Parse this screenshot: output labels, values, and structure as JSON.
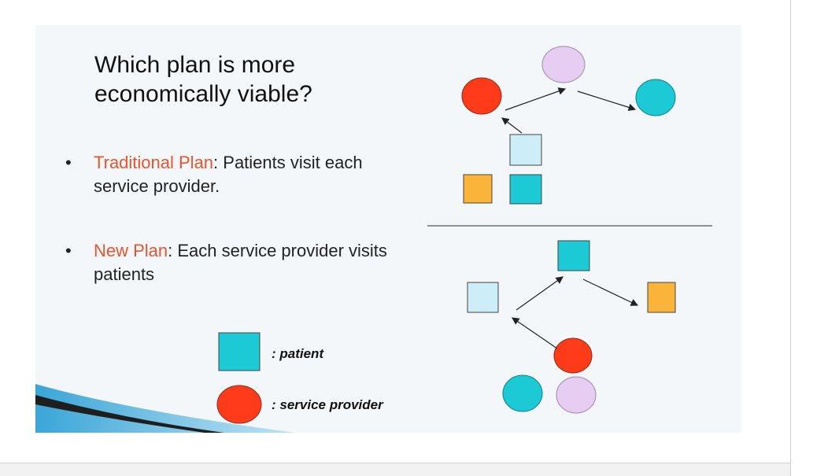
{
  "slide": {
    "title": "Which plan is more economically viable?",
    "bullets": [
      {
        "highlight": "Traditional Plan",
        "rest": ": Patients visit each service provider."
      },
      {
        "highlight": "New Plan",
        "rest": ": Each service provider visits patients"
      }
    ],
    "legend": {
      "patient_label": ": patient",
      "provider_label": ": service provider"
    }
  },
  "colors": {
    "slide_bg": "#f4f7fa",
    "highlight_text": "#e8542e",
    "provider_red": "#ff3b1a",
    "patient_cyan": "#1ccad6",
    "lavender": "#e8cdf2",
    "light_blue": "#cdeef8",
    "orange": "#fbb43a"
  }
}
